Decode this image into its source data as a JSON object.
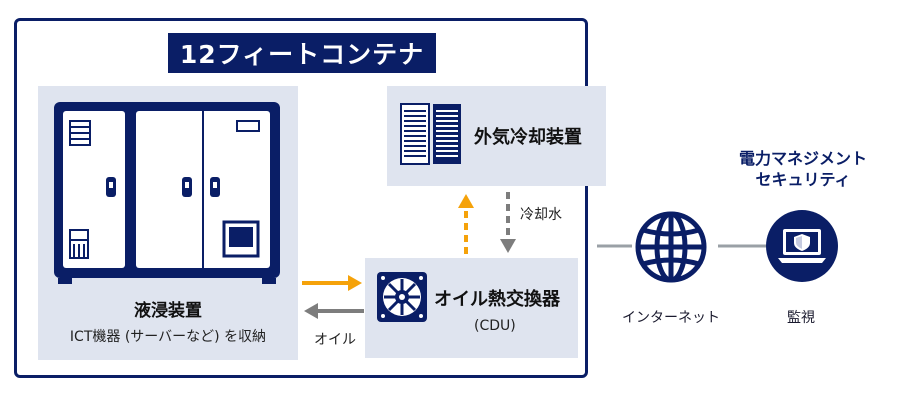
{
  "container": {
    "title": "12フィートコンテナ"
  },
  "immersion": {
    "title": "液浸装置",
    "subtitle": "ICT機器 (サーバーなど) を収納"
  },
  "cooler": {
    "label": "外気冷却装置"
  },
  "cdu": {
    "title": "オイル熱交換器",
    "subtitle": "(CDU)"
  },
  "flows": {
    "water": "冷却水",
    "oil": "オイル"
  },
  "network": {
    "label": "インターネット"
  },
  "monitoring": {
    "label": "監視",
    "service_line1": "電力マネジメント",
    "service_line2": "セキュリティ"
  },
  "colors": {
    "navy": "#0a1e66",
    "panel": "#dfe4ef",
    "orange": "#f5a20a",
    "gray_arrow": "#7d7d7d",
    "line_gray": "#9aa0a6"
  },
  "icons": [
    "server-rack-icon",
    "fan-icon",
    "globe-icon",
    "laptop-shield-icon",
    "orange-arrow",
    "gray-arrow"
  ]
}
